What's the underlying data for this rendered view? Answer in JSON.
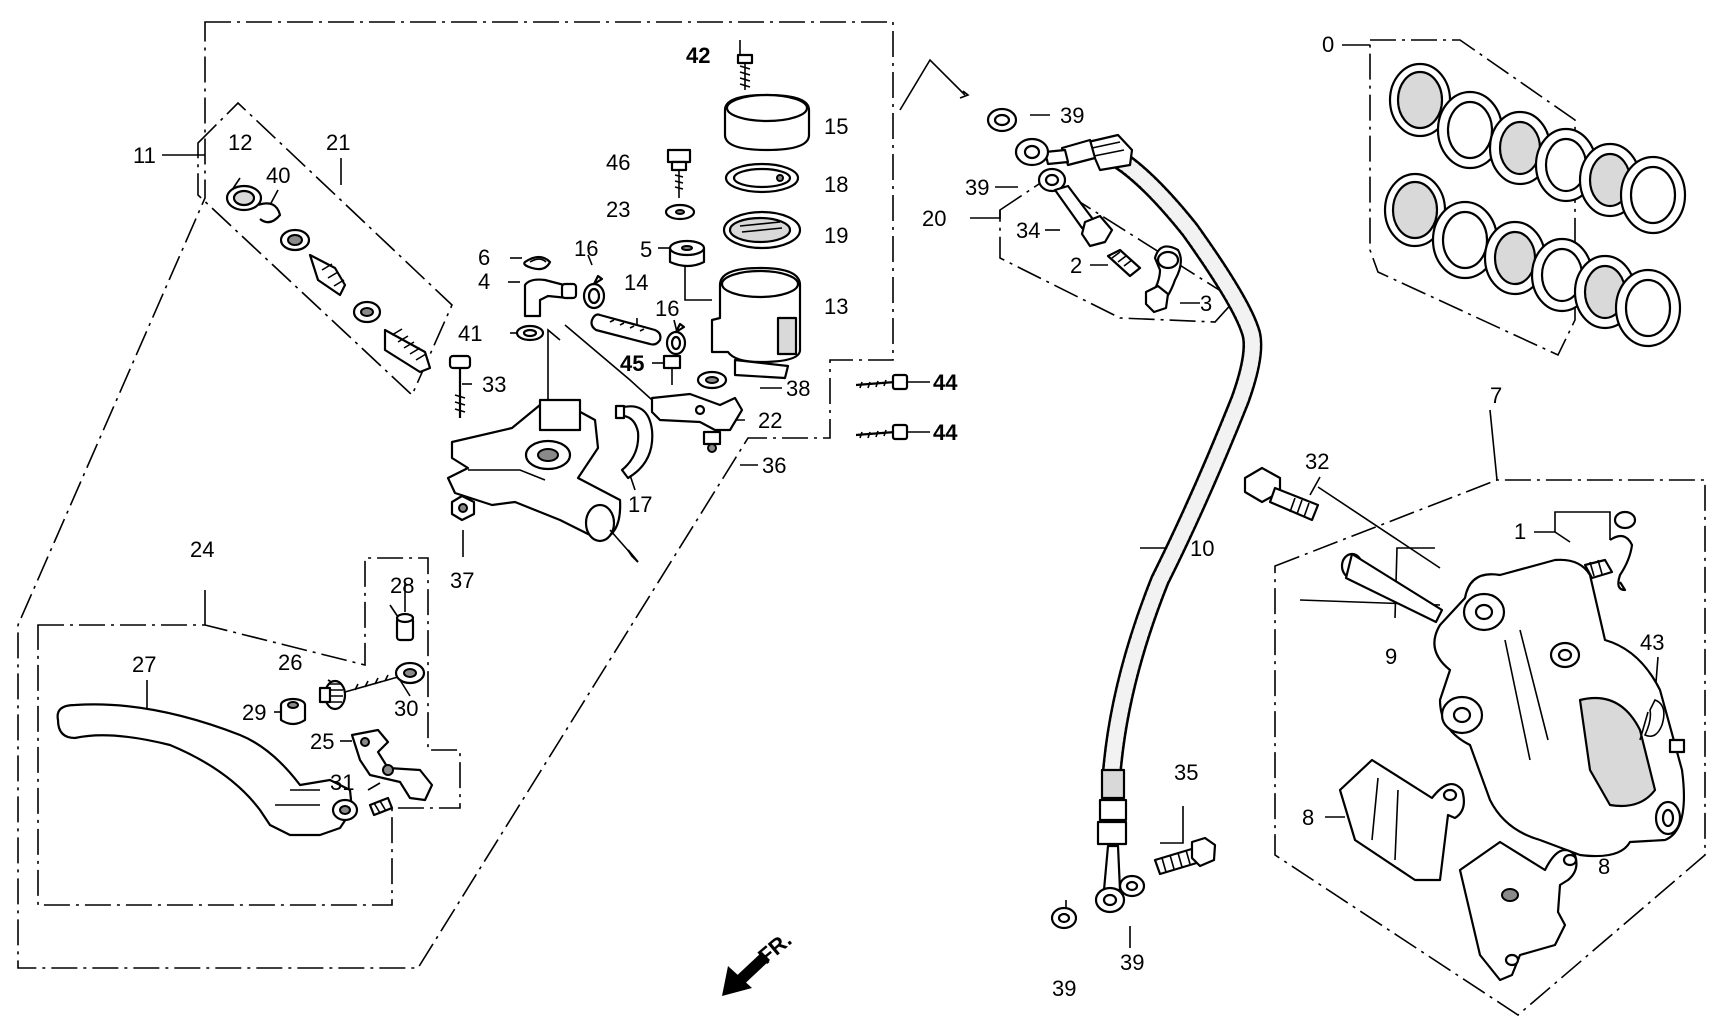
{
  "labels": {
    "l0": "0",
    "l1": "1",
    "l2": "2",
    "l3": "3",
    "l4": "4",
    "l5": "5",
    "l6": "6",
    "l7": "7",
    "l8a": "8",
    "l8b": "8",
    "l9": "9",
    "l10": "10",
    "l11": "11",
    "l12": "12",
    "l13": "13",
    "l14": "14",
    "l15": "15",
    "l16a": "16",
    "l16b": "16",
    "l17": "17",
    "l18": "18",
    "l19": "19",
    "l20": "20",
    "l21": "21",
    "l22": "22",
    "l23": "23",
    "l24": "24",
    "l25": "25",
    "l26": "26",
    "l27": "27",
    "l28": "28",
    "l29": "29",
    "l30": "30",
    "l31": "31",
    "l32": "32",
    "l33": "33",
    "l34": "34",
    "l35": "35",
    "l36": "36",
    "l37": "37",
    "l38": "38",
    "l39a": "39",
    "l39b": "39",
    "l39c": "39",
    "l39d": "39",
    "l40": "40",
    "l41": "41",
    "l42": "42",
    "l43": "43",
    "l44a": "44",
    "l44b": "44",
    "l45": "45",
    "l46": "46"
  },
  "direction_label": "FR.",
  "colors": {
    "ink": "#000000",
    "paper": "#ffffff",
    "shade": "#d9d9d9"
  }
}
